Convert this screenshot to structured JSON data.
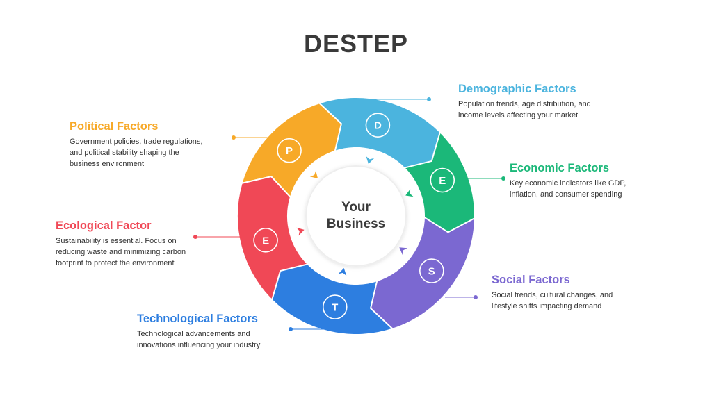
{
  "title": "DESTEP",
  "center": {
    "line1": "Your",
    "line2": "Business"
  },
  "factors": [
    {
      "key": "demographic",
      "letter": "D",
      "title": "Demographic Factors",
      "description": "Population trends, age distribution, and\nincome levels affecting your market",
      "color": "#4BB4DE"
    },
    {
      "key": "economic",
      "letter": "E",
      "title": "Economic Factors",
      "description": "Key economic indicators like GDP,\ninflation, and consumer spending",
      "color": "#1BB879"
    },
    {
      "key": "social",
      "letter": "S",
      "title": "Social Factors",
      "description": "Social trends, cultural changes, and\nlifestyle shifts impacting demand",
      "color": "#7B68D1"
    },
    {
      "key": "technological",
      "letter": "T",
      "title": "Technological Factors",
      "description": "Technological advancements and\ninnovations influencing your industry",
      "color": "#2D7EE0"
    },
    {
      "key": "ecological",
      "letter": "E",
      "title": "Ecological Factor",
      "description": "Sustainability is essential. Focus on\nreducing waste and minimizing carbon\nfootprint to protect the environment",
      "color": "#F04856"
    },
    {
      "key": "political",
      "letter": "P",
      "title": "Political Factors",
      "description": "Government policies, trade regulations,\nand political stability shaping the\nbusiness environment",
      "color": "#F7A928"
    }
  ]
}
